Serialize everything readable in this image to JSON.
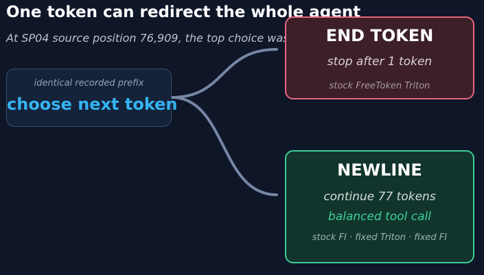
{
  "header": {
    "title": "One token can redirect the whole agent",
    "subtitle": "At SP04 source position 76,909, the top choice was"
  },
  "source_node": {
    "caption": "identical recorded prefix",
    "label": "choose next token"
  },
  "branches": [
    {
      "label": "END TOKEN",
      "detail": "stop after 1 token",
      "footnote": "stock FreeToken Triton",
      "border_color": "#e9667e",
      "fill_color": "#3c1f27"
    },
    {
      "label": "NEWLINE",
      "detail": "continue 77 tokens",
      "highlight": "balanced tool call",
      "footnote": "stock FI · fixed Triton · fixed FI",
      "border_color": "#3ecf98",
      "fill_color": "#11352c"
    }
  ],
  "colors": {
    "background": "#0e1628",
    "connector": "#7686a4",
    "accent": "#35b3f2"
  }
}
